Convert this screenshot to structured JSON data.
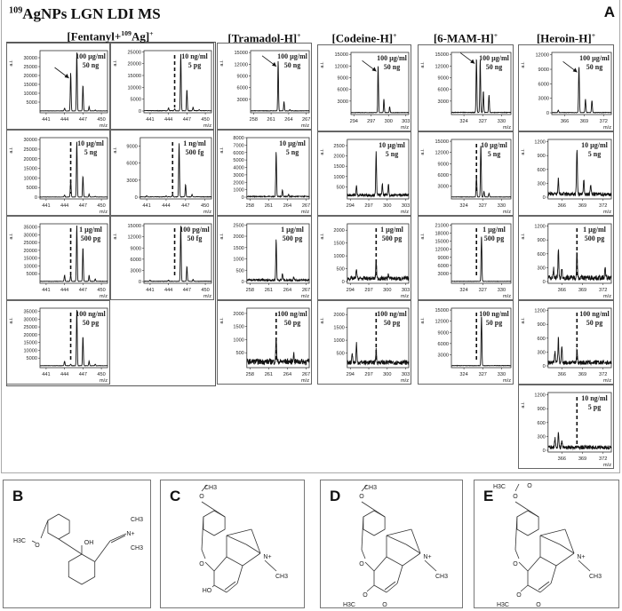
{
  "figure": {
    "title_sup": "109",
    "title_main": "AgNPs LGN LDI MS",
    "panel_A_label": "A",
    "y_axis_label": "a.i.",
    "x_axis_label": "m/z",
    "line_color": "#111111"
  },
  "groups": [
    {
      "title_pre": "[Fentanyl+",
      "title_sup": "109",
      "title_mid": "Ag]",
      "title_sup2": "+",
      "xrange": [
        440,
        451
      ],
      "xticks": [
        441,
        444,
        447,
        450
      ],
      "spectra": [
        {
          "conc": "100 µg/ml",
          "amount": "50 ng",
          "marker": "arrow",
          "marker_mz": 445,
          "yticks": [
            5000,
            10000,
            15000,
            20000,
            25000,
            30000
          ],
          "ymax": 34000,
          "noise": 100,
          "peaks": [
            [
              444,
              1500
            ],
            [
              445,
              21500
            ],
            [
              446,
              33000
            ],
            [
              447,
              14500
            ],
            [
              448,
              2500
            ],
            [
              449,
              500
            ]
          ]
        },
        {
          "conc": "10 ng/ml",
          "amount": "5 pg",
          "marker": "dashed",
          "marker_mz": 445,
          "yticks": [
            0,
            5000,
            10000,
            15000,
            20000,
            25000
          ],
          "ymax": 25500,
          "noise": 150,
          "peaks": [
            [
              444,
              1200
            ],
            [
              445,
              800
            ],
            [
              446,
              24000
            ],
            [
              447,
              9000
            ],
            [
              448,
              1500
            ],
            [
              449,
              500
            ]
          ]
        },
        {
          "conc": "10 µg/ml",
          "amount": "5 ng",
          "marker": "dashed",
          "marker_mz": 445,
          "yticks": [
            0,
            5000,
            10000,
            15000,
            20000,
            25000,
            30000
          ],
          "ymax": 31000,
          "noise": 100,
          "peaks": [
            [
              444,
              1000
            ],
            [
              445,
              9000
            ],
            [
              446,
              29000
            ],
            [
              447,
              11000
            ],
            [
              448,
              1500
            ],
            [
              449,
              300
            ]
          ]
        },
        {
          "conc": "1 ng/ml",
          "amount": "500 fg",
          "marker": "dashed",
          "marker_mz": 445,
          "yticks": [
            0,
            3000,
            6000,
            9000
          ],
          "ymax": 10500,
          "noise": 60,
          "peaks": [
            [
              441,
              200
            ],
            [
              444,
              200
            ],
            [
              445,
              500
            ],
            [
              446,
              9500
            ],
            [
              447,
              2200
            ],
            [
              448,
              400
            ]
          ]
        },
        {
          "conc": "1 µg/ml",
          "amount": "500 pg",
          "marker": "dashed",
          "marker_mz": 445,
          "yticks": [
            5000,
            10000,
            15000,
            20000,
            25000,
            30000,
            35000
          ],
          "ymax": 37000,
          "noise": 150,
          "peaks": [
            [
              444,
              4000
            ],
            [
              445,
              4000
            ],
            [
              446,
              36000
            ],
            [
              447,
              22000
            ],
            [
              448,
              4000
            ],
            [
              449,
              1500
            ]
          ]
        },
        {
          "conc": "100 pg/ml",
          "amount": "50 fg",
          "marker": "dashed",
          "marker_mz": 445,
          "yticks": [
            0,
            3000,
            6000,
            9000,
            12000,
            15000
          ],
          "ymax": 15500,
          "noise": 80,
          "peaks": [
            [
              441,
              300
            ],
            [
              444,
              300
            ],
            [
              446,
              15000
            ],
            [
              447,
              4000
            ],
            [
              448,
              500
            ]
          ]
        },
        {
          "conc": "100 ng/ml",
          "amount": "50 pg",
          "marker": "dashed",
          "marker_mz": 445,
          "yticks": [
            5000,
            10000,
            15000,
            20000,
            25000,
            30000,
            35000
          ],
          "ymax": 37000,
          "noise": 150,
          "peaks": [
            [
              444,
              3000
            ],
            [
              445,
              1000
            ],
            [
              446,
              36000
            ],
            [
              447,
              19000
            ],
            [
              448,
              3000
            ],
            [
              449,
              1000
            ]
          ]
        }
      ]
    },
    {
      "title_pre": "[Tramadol-H]",
      "title_sup": "+",
      "xrange": [
        257.5,
        267.5
      ],
      "xticks": [
        258,
        261,
        264,
        267
      ],
      "spectra": [
        {
          "conc": "100 µg/ml",
          "amount": "50 ng",
          "marker": "arrow",
          "marker_mz": 262.2,
          "yticks": [
            3000,
            6000,
            9000,
            12000,
            15000
          ],
          "ymax": 15500,
          "noise": 60,
          "peaks": [
            [
              262.2,
              12800
            ],
            [
              263.2,
              2400
            ],
            [
              264.2,
              300
            ]
          ]
        },
        {
          "conc": "10 µg/ml",
          "amount": "5 ng",
          "marker": "none",
          "yticks": [
            0,
            1000,
            2000,
            3000,
            4000,
            5000,
            6000,
            7000,
            8000
          ],
          "ymax": 8000,
          "noise": 100,
          "peaks": [
            [
              262.2,
              6000
            ],
            [
              263.2,
              900
            ],
            [
              264.2,
              300
            ]
          ]
        },
        {
          "conc": "1 µg/ml",
          "amount": "500 pg",
          "marker": "none",
          "yticks": [
            0,
            500,
            1000,
            1500,
            2000,
            2500
          ],
          "ymax": 2550,
          "noise": 70,
          "peaks": [
            [
              262.2,
              1800
            ],
            [
              263.2,
              300
            ],
            [
              265,
              150
            ]
          ]
        },
        {
          "conc": "100 ng/ml",
          "amount": "50 pg",
          "marker": "dashed",
          "marker_mz": 262.2,
          "yticks": [
            500,
            1000,
            1500,
            2000
          ],
          "ymax": 2200,
          "noise": 180,
          "peaks": [
            [
              262.2,
              950
            ],
            [
              265,
              350
            ]
          ]
        }
      ]
    },
    {
      "title_pre": "[Codeine-H]",
      "title_sup": "+",
      "xrange": [
        293.5,
        303.5
      ],
      "xticks": [
        294,
        297,
        300,
        303
      ],
      "spectra": [
        {
          "conc": "100 µg/ml",
          "amount": "50 ng",
          "marker": "arrow",
          "marker_mz": 298.2,
          "yticks": [
            3000,
            6000,
            9000,
            12000,
            15000
          ],
          "ymax": 15500,
          "noise": 60,
          "peaks": [
            [
              298.2,
              12000
            ],
            [
              299.2,
              3500
            ],
            [
              300.2,
              1500
            ]
          ]
        },
        {
          "conc": "10  µg/ml",
          "amount": "5 ng",
          "marker": "none",
          "yticks": [
            500,
            1000,
            1500,
            2000,
            2500
          ],
          "ymax": 2800,
          "noise": 110,
          "peaks": [
            [
              295,
              450
            ],
            [
              298.2,
              2100
            ],
            [
              299.2,
              550
            ],
            [
              300.2,
              550
            ]
          ]
        },
        {
          "conc": "1 µg/ml",
          "amount": "500 pg",
          "marker": "dashed",
          "marker_mz": 298.2,
          "yticks": [
            0,
            500,
            1000,
            1500,
            2000
          ],
          "ymax": 2250,
          "noise": 130,
          "peaks": [
            [
              295,
              400
            ],
            [
              298.2,
              750
            ],
            [
              300.2,
              200
            ]
          ]
        },
        {
          "conc": "100 ng/ml",
          "amount": "50 pg",
          "marker": "dashed",
          "marker_mz": 298.2,
          "yticks": [
            500,
            1000,
            1500,
            2000
          ],
          "ymax": 2250,
          "noise": 150,
          "peaks": [
            [
              294.3,
              400
            ],
            [
              295,
              750
            ],
            [
              298.2,
              500
            ]
          ]
        }
      ]
    },
    {
      "title_pre": "[6-MAM-H]",
      "title_sup": "+",
      "xrange": [
        322,
        331.5
      ],
      "xticks": [
        324,
        327,
        330
      ],
      "spectra": [
        {
          "conc": "100 µg/ml",
          "amount": "50 ng",
          "marker": "arrow",
          "marker_mz": 326,
          "yticks": [
            3000,
            6000,
            9000,
            12000,
            15000
          ],
          "ymax": 15500,
          "noise": 100,
          "peaks": [
            [
              326,
              14000
            ],
            [
              326.6,
              13500
            ],
            [
              327.1,
              5500
            ],
            [
              328,
              4500
            ]
          ]
        },
        {
          "conc": "10 µg/ml",
          "amount": "5 ng",
          "marker": "dashed",
          "marker_mz": 326,
          "yticks": [
            3000,
            6000,
            9000,
            12000,
            15000
          ],
          "ymax": 15500,
          "noise": 60,
          "peaks": [
            [
              326,
              5500
            ],
            [
              326.7,
              14000
            ],
            [
              327.2,
              1500
            ],
            [
              328,
              1000
            ]
          ]
        },
        {
          "conc": "1 µg/ml",
          "amount": "500 pg",
          "marker": "dashed",
          "marker_mz": 326,
          "yticks": [
            3000,
            6000,
            9000,
            12000,
            15000,
            18000,
            21000
          ],
          "ymax": 21500,
          "noise": 80,
          "peaks": [
            [
              326.8,
              17000
            ]
          ]
        },
        {
          "conc": "100 ng/ml",
          "amount": "50 pg",
          "marker": "dashed",
          "marker_mz": 326,
          "yticks": [
            3000,
            6000,
            9000,
            12000,
            15000
          ],
          "ymax": 15500,
          "noise": 80,
          "peaks": [
            [
              326.8,
              13500
            ]
          ]
        }
      ]
    },
    {
      "title_pre": "[Heroin-H]",
      "title_sup": "+",
      "xrange": [
        364,
        373.2
      ],
      "xticks": [
        366,
        369,
        372
      ],
      "spectra": [
        {
          "conc": "100 µg/ml",
          "amount": "50 ng",
          "marker": "arrow",
          "marker_mz": 368.2,
          "yticks": [
            0,
            3000,
            6000,
            9000,
            12000
          ],
          "ymax": 12500,
          "noise": 60,
          "peaks": [
            [
              365,
              500
            ],
            [
              368.2,
              9500
            ],
            [
              369.2,
              2800
            ],
            [
              370.2,
              2500
            ]
          ]
        },
        {
          "conc": "10 µg/ml",
          "amount": "5 ng",
          "marker": "none",
          "yticks": [
            0,
            300,
            600,
            900,
            1200
          ],
          "ymax": 1250,
          "noise": 70,
          "peaks": [
            [
              365.5,
              330
            ],
            [
              368.2,
              980
            ],
            [
              369.2,
              300
            ],
            [
              370.2,
              200
            ]
          ]
        },
        {
          "conc": "1 µg/ml",
          "amount": "500 pg",
          "marker": "dashed",
          "marker_mz": 368.2,
          "yticks": [
            0,
            300,
            600,
            900,
            1200
          ],
          "ymax": 1250,
          "noise": 90,
          "peaks": [
            [
              364.8,
              200
            ],
            [
              365.5,
              620
            ],
            [
              366,
              200
            ],
            [
              368.2,
              550
            ],
            [
              372.3,
              200
            ]
          ]
        },
        {
          "conc": "100 ng/ml",
          "amount": "50 pg",
          "marker": "dashed",
          "marker_mz": 368.2,
          "yticks": [
            0,
            300,
            600,
            900,
            1200
          ],
          "ymax": 1250,
          "noise": 80,
          "peaks": [
            [
              365,
              250
            ],
            [
              365.5,
              520
            ],
            [
              366,
              350
            ],
            [
              368.2,
              280
            ]
          ]
        },
        {
          "conc": "10 ng/ml",
          "amount": "5 pg",
          "marker": "dashed",
          "marker_mz": 368.2,
          "yticks": [
            0,
            300,
            600,
            900,
            1200
          ],
          "ymax": 1250,
          "noise": 70,
          "peaks": [
            [
              365,
              200
            ],
            [
              365.5,
              320
            ],
            [
              366,
              150
            ]
          ]
        }
      ]
    }
  ],
  "structures": [
    {
      "letter": "B",
      "labels": {
        "left": "H3C",
        "o": "O",
        "oh": "OH",
        "n": "N+",
        "me1": "CH3",
        "me2": "CH3"
      }
    },
    {
      "letter": "C",
      "labels": {
        "top": "CH3",
        "o_top": "O",
        "o_ring": "O",
        "n": "N+",
        "me": "CH3",
        "bottom": "HO"
      }
    },
    {
      "letter": "D",
      "labels": {
        "top": "CH3",
        "o_top": "O",
        "o_ring": "O",
        "n": "N+",
        "me": "CH3",
        "o_bottom": "O",
        "acetyl": "H3C",
        "carbonyl_o": "O"
      }
    },
    {
      "letter": "E",
      "labels": {
        "acetyl_top": "H3C",
        "carbonyl_top": "O",
        "o_top": "O",
        "o_ring": "O",
        "n": "N+",
        "me": "CH3",
        "o_bottom": "O",
        "acetyl": "H3C",
        "carbonyl_o": "O"
      }
    }
  ]
}
